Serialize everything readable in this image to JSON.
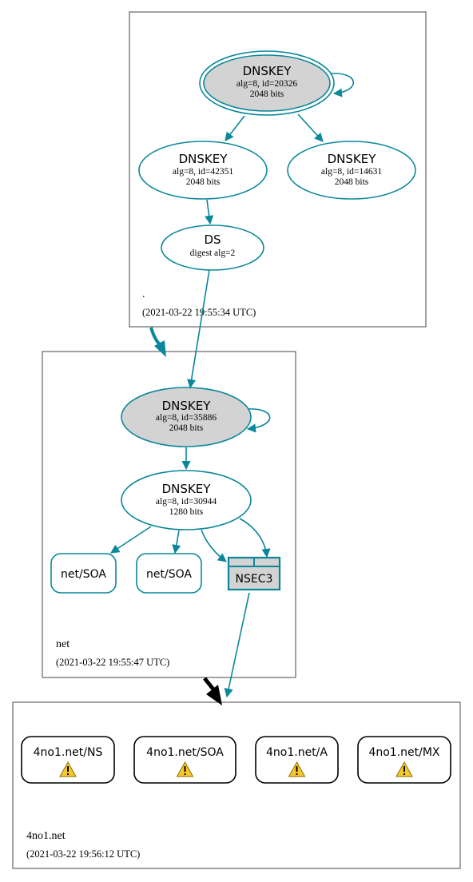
{
  "colors": {
    "edge": "#0a879a",
    "node_fill_ksk": "#d3d3d3",
    "node_fill": "#ffffff",
    "zone_border": "#444444",
    "delegation_arrow": "#000000",
    "warning_fill": "#f7c82e"
  },
  "zones": {
    "root": {
      "name": ".",
      "timestamp": "(2021-03-22 19:55:34 UTC)"
    },
    "net": {
      "name": "net",
      "timestamp": "(2021-03-22 19:55:47 UTC)"
    },
    "domain": {
      "name": "4no1.net",
      "timestamp": "(2021-03-22 19:56:12 UTC)"
    }
  },
  "nodes": {
    "root_ksk": {
      "title": "DNSKEY",
      "line1": "alg=8, id=20326",
      "line2": "2048 bits"
    },
    "root_zsk1": {
      "title": "DNSKEY",
      "line1": "alg=8, id=42351",
      "line2": "2048 bits"
    },
    "root_zsk2": {
      "title": "DNSKEY",
      "line1": "alg=8, id=14631",
      "line2": "2048 bits"
    },
    "root_ds": {
      "title": "DS",
      "line1": "digest alg=2"
    },
    "net_ksk": {
      "title": "DNSKEY",
      "line1": "alg=8, id=35886",
      "line2": "2048 bits"
    },
    "net_zsk": {
      "title": "DNSKEY",
      "line1": "alg=8, id=30944",
      "line2": "1280 bits"
    },
    "net_soa1": {
      "label": "net/SOA"
    },
    "net_soa2": {
      "label": "net/SOA"
    },
    "net_nsec3": {
      "label": "NSEC3"
    },
    "rr_ns": {
      "label": "4no1.net/NS",
      "icon": "warning-icon"
    },
    "rr_soa": {
      "label": "4no1.net/SOA",
      "icon": "warning-icon"
    },
    "rr_a": {
      "label": "4no1.net/A",
      "icon": "warning-icon"
    },
    "rr_mx": {
      "label": "4no1.net/MX",
      "icon": "warning-icon"
    }
  }
}
